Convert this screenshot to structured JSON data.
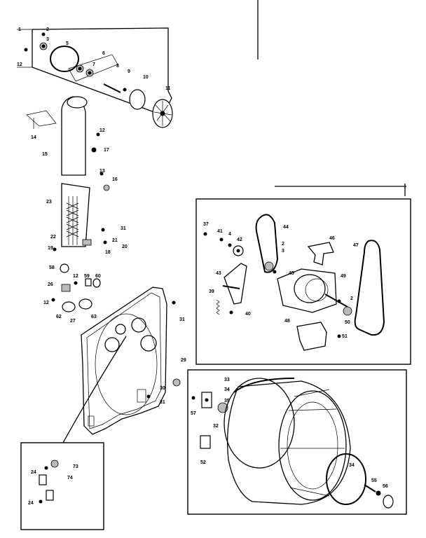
{
  "labels": {
    "p1": "1",
    "p2": "2",
    "p3": "3",
    "p5": "5",
    "p6": "6",
    "p7": "7",
    "p8": "8",
    "p9": "9",
    "p10": "10",
    "p11": "11",
    "p12a": "12",
    "p12b": "12",
    "p17": "17",
    "p14": "14",
    "p15": "15",
    "p13": "13",
    "p16": "16",
    "p23": "23",
    "p21": "21",
    "p22": "22",
    "p19": "19",
    "p20": "20",
    "p18": "18",
    "p31a": "31",
    "p58": "58",
    "p12c": "12",
    "p59": "59",
    "p60": "60",
    "p26": "26",
    "p12d": "12",
    "p62": "62",
    "p63": "63",
    "p27": "27",
    "p31b": "31",
    "p30": "30",
    "p31c": "31",
    "p29": "29",
    "p33": "33",
    "p34a": "34",
    "p35": "35",
    "p57": "57",
    "p32": "32",
    "p52": "52",
    "p34b": "34",
    "p55": "55",
    "p56": "56",
    "p37": "37",
    "p41": "41",
    "p4": "4",
    "p42": "42",
    "p44": "44",
    "p2b": "2",
    "p3b": "3",
    "p46": "46",
    "p47": "47",
    "p43": "43",
    "p45": "45",
    "p49": "49",
    "p39": "39",
    "p40": "40",
    "p2c": "2",
    "p50": "50",
    "p48": "48",
    "p51": "51",
    "p24a": "24",
    "p73": "73",
    "p74": "74",
    "p24b": "24"
  }
}
